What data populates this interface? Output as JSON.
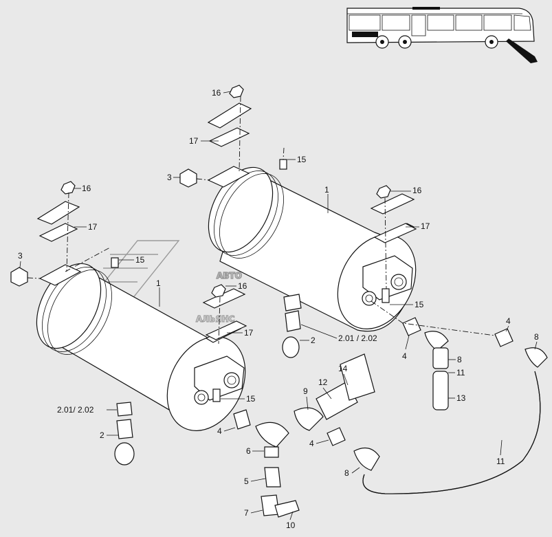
{
  "watermark": {
    "line1": "АВТО",
    "line2": "АЛЬЯНС"
  },
  "labels": {
    "l1a": "1",
    "l1b": "1",
    "l16a": "16",
    "l16b": "16",
    "l16c": "16",
    "l16d": "16",
    "l17a": "17",
    "l17b": "17",
    "l17c": "17",
    "l17d": "17",
    "l15a": "15",
    "l15b": "15",
    "l15c": "15",
    "l15d": "15",
    "l3a": "3",
    "l3b": "3",
    "l2a": "2",
    "l2b": "2",
    "l201a": "2.01 / 2.02",
    "l201b": "2.01/ 2.02",
    "l4a": "4",
    "l4b": "4",
    "l4c": "4",
    "l4d": "4",
    "l8a": "8",
    "l8b": "8",
    "l8c": "8",
    "l11a": "11",
    "l11b": "11",
    "l13": "13",
    "l14": "14",
    "l12": "12",
    "l9": "9",
    "l6": "6",
    "l5": "5",
    "l7": "7",
    "l10": "10"
  }
}
